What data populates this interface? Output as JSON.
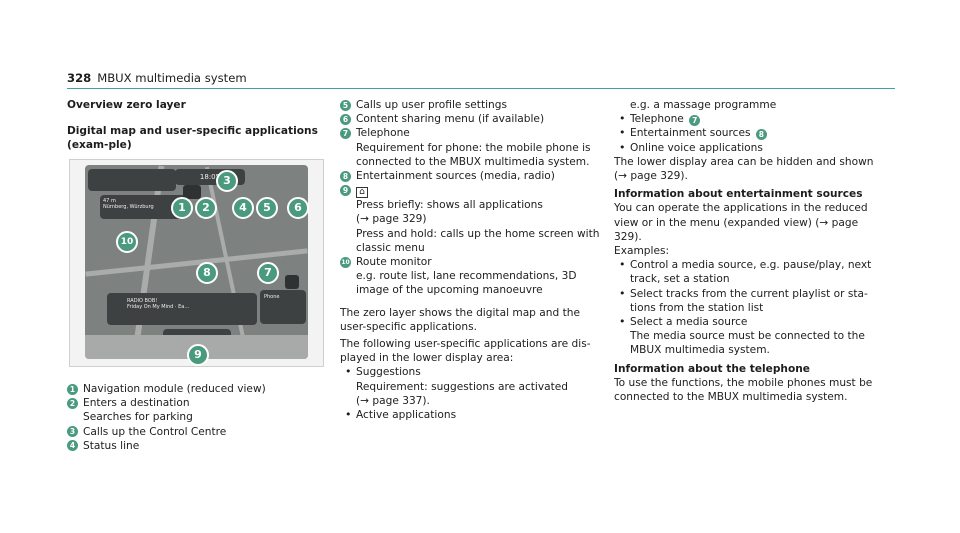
{
  "header": {
    "page_number": "328",
    "section_title": "MBUX multimedia system"
  },
  "col1": {
    "title": "Overview zero layer",
    "subtitle": "Digital map and user-specific applications (exam-ple)",
    "callouts": [
      "1",
      "2",
      "3",
      "4",
      "5",
      "6",
      "7",
      "8",
      "9",
      "10"
    ],
    "screen_text": {
      "time": "18:05",
      "radio": "RADIO BOB!",
      "song": "Friday On My Mind · Ea…",
      "phone": "Phone",
      "nav_dist": "47 m",
      "nav_street": "Nürnberg, Würzburg"
    },
    "legend": [
      {
        "n": "1",
        "lines": [
          "Navigation module (reduced view)"
        ]
      },
      {
        "n": "2",
        "lines": [
          "Enters a destination",
          "Searches for parking"
        ]
      },
      {
        "n": "3",
        "lines": [
          "Calls up the Control Centre"
        ]
      },
      {
        "n": "4",
        "lines": [
          "Status line"
        ]
      }
    ]
  },
  "col2": {
    "legend": [
      {
        "n": "5",
        "lines": [
          "Calls up user profile settings"
        ]
      },
      {
        "n": "6",
        "lines": [
          "Content sharing menu (if available)"
        ]
      },
      {
        "n": "7",
        "lines": [
          "Telephone",
          "Requirement for phone: the mobile phone is connected to the MBUX multimedia system."
        ]
      },
      {
        "n": "8",
        "lines": [
          "Entertainment sources (media, radio)"
        ]
      },
      {
        "n": "9",
        "icon": "home-icon",
        "lines": [
          "Press briefly: shows all applications",
          "(→ page 329)",
          "Press and hold: calls up the home screen with classic menu"
        ]
      },
      {
        "n": "10",
        "lines": [
          "Route monitor",
          "e.g. route list, lane recommendations, 3D image of the upcoming manoeuvre"
        ]
      }
    ],
    "para1": "The zero layer shows the digital map and the user-specific applications.",
    "para2": "The following user-specific applications are dis-played in the lower display area:",
    "bullets": [
      {
        "text": "Suggestions",
        "sub": [
          "Requirement: suggestions are activated",
          "(→ page 337)."
        ]
      },
      {
        "text": "Active applications",
        "sub": []
      }
    ]
  },
  "col3": {
    "cont": "e.g. a massage programme",
    "bullets": [
      {
        "text": "Telephone",
        "badge": "7"
      },
      {
        "text": "Entertainment sources",
        "badge": "8"
      },
      {
        "text": "Online voice applications",
        "badge": ""
      }
    ],
    "para1": "The lower display area can be hidden and shown (→ page 329).",
    "h1": "Information about entertainment sources",
    "para2": "You can operate the applications in the reduced view or in the menu (expanded view) (→ page 329).",
    "examples": "Examples:",
    "ex_bullets": [
      {
        "text": "Control a media source, e.g. pause/play, next track, set a station",
        "sub": ""
      },
      {
        "text": "Select tracks from the current playlist or sta-tions from the station list",
        "sub": ""
      },
      {
        "text": "Select a media source",
        "sub": "The media source must be connected to the MBUX multimedia system."
      }
    ],
    "h2": "Information about the telephone",
    "para3": "To use the functions, the mobile phones must be connected to the MBUX multimedia system."
  },
  "colors": {
    "rule": "#3fa0a8",
    "badge": "#4a9a7e"
  }
}
